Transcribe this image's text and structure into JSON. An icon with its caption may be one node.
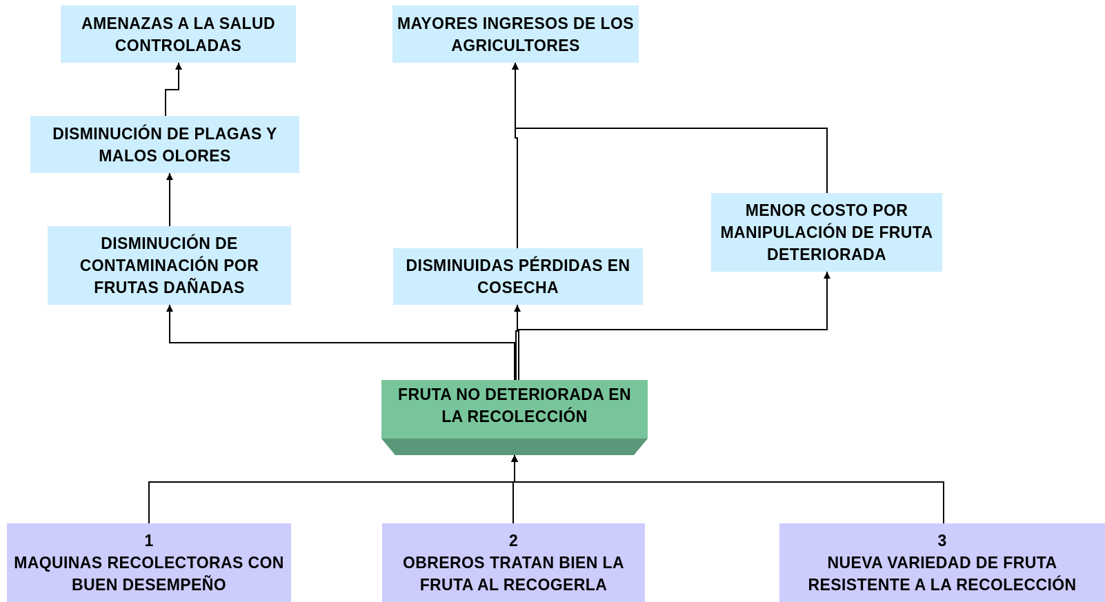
{
  "diagram": {
    "nodes": [
      {
        "text": [
          "AMENAZAS A LA SALUD CONTROLADAS"
        ]
      },
      {
        "text": [
          "MAYORES INGRESOS DE LOS AGRICULTORES"
        ]
      },
      {
        "text": [
          "DISMINUCIÓN DE PLAGAS Y MALOS OLORES"
        ]
      },
      {
        "text": [
          "MENOR COSTO POR MANIPULACIÓN DE FRUTA DETERIORADA"
        ]
      },
      {
        "text": [
          "DISMINUCIÓN DE CONTAMINACIÓN POR FRUTAS DAÑADAS"
        ]
      },
      {
        "text": [
          "DISMINUIDAS PÉRDIDAS EN COSECHA"
        ]
      },
      {
        "text": [
          "FRUTA NO DETERIORADA EN LA RECOLECCIÓN"
        ]
      },
      {
        "text": [
          "1",
          "MAQUINAS RECOLECTORAS CON BUEN DESEMPEÑO"
        ]
      },
      {
        "text": [
          "2",
          "OBREROS TRATAN BIEN LA FRUTA AL RECOGERLA"
        ]
      },
      {
        "text": [
          "3",
          "NUEVA VARIEDAD DE FRUTA RESISTENTE A LA RECOLECCIÓN"
        ]
      }
    ],
    "edges": [
      {
        "from": 7,
        "to": 6,
        "arrow": "to"
      },
      {
        "from": 8,
        "to": 6,
        "arrow": "to"
      },
      {
        "from": 9,
        "to": 6,
        "arrow": "to"
      },
      {
        "from": 6,
        "to": 4,
        "arrow": "to"
      },
      {
        "from": 6,
        "to": 5,
        "arrow": "to"
      },
      {
        "from": 6,
        "to": 3,
        "arrow": "to"
      },
      {
        "from": 4,
        "to": 2,
        "arrow": "to"
      },
      {
        "from": 2,
        "to": 0,
        "arrow": "to"
      },
      {
        "from": 5,
        "to": 1,
        "arrow": "to"
      },
      {
        "from": 3,
        "to": 1,
        "arrow": "to"
      }
    ]
  }
}
